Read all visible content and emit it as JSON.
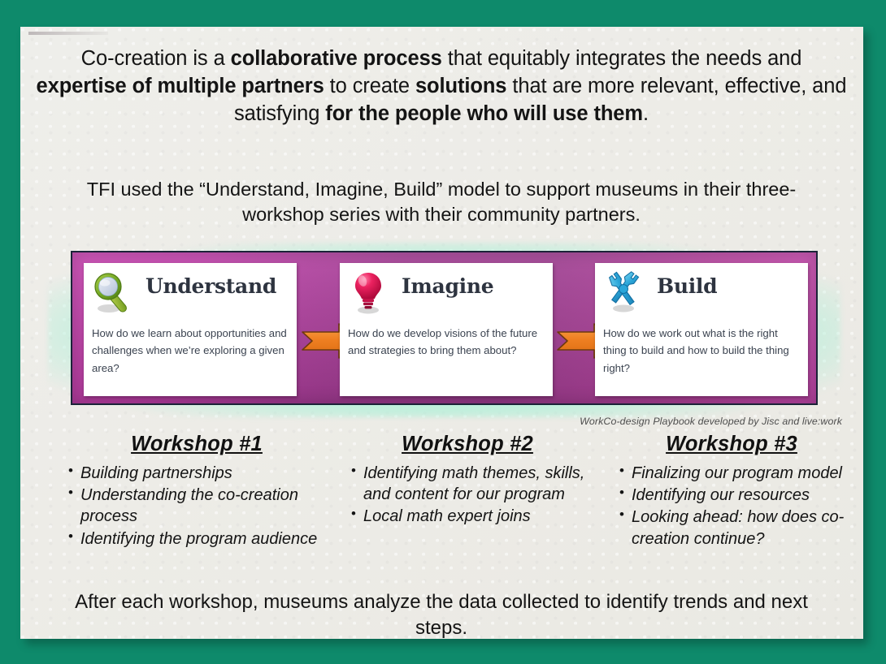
{
  "canvas": {
    "background_color": "#0e8a6b",
    "slide_background_color": "#edece7"
  },
  "slide": {
    "intro": {
      "segments": [
        {
          "text": "Co-creation is a ",
          "bold": false
        },
        {
          "text": "collaborative process",
          "bold": true
        },
        {
          "text": " that equitably integrates the needs and ",
          "bold": false
        },
        {
          "text": "expertise of multiple partners",
          "bold": true
        },
        {
          "text": " to create ",
          "bold": false
        },
        {
          "text": "solutions",
          "bold": true
        },
        {
          "text": " that are more relevant, effective, and satisfying ",
          "bold": false
        },
        {
          "text": "for the people who will use them",
          "bold": true
        },
        {
          "text": ".",
          "bold": false
        }
      ]
    },
    "model_statement": "TFI used the “Understand, Imagine, Build” model to support museums in their three-workshop series with their community partners.",
    "footer_statement": "After each workshop, museums analyze the data collected to identify trends and next steps.",
    "attribution": "WorkCo-design Playbook developed by Jisc and live:work"
  },
  "banner": {
    "border_color": "#1b2338",
    "fill_color": "#b8439f",
    "glow_color": "#a6eed6",
    "arrow_color": "#ef8022",
    "arrow_outline_color": "#7a3c10",
    "cards": [
      {
        "title": "Understand",
        "icon": "magnifying-glass-icon",
        "icon_color": "#7fae2a",
        "body": "How do we learn about opportunities and challenges when we’re exploring a given area?"
      },
      {
        "title": "Imagine",
        "icon": "lightbulb-icon",
        "icon_color": "#e0114f",
        "body": "How do we develop visions of the future and strategies to bring them about?"
      },
      {
        "title": "Build",
        "icon": "wrench-icon",
        "icon_color": "#2ba6d9",
        "body": "How do we work out what is the right thing to build and how to build the thing right?"
      }
    ]
  },
  "workshops": [
    {
      "title": "Workshop #1",
      "items": [
        "Building partnerships",
        "Understanding the co-creation process",
        "Identifying the program audience"
      ]
    },
    {
      "title": "Workshop #2",
      "items": [
        "Identifying math themes, skills, and content for our program",
        "Local math expert joins"
      ]
    },
    {
      "title": "Workshop #3",
      "items": [
        "Finalizing our program model",
        "Identifying our resources",
        "Looking ahead: how does co-creation continue?"
      ]
    }
  ]
}
